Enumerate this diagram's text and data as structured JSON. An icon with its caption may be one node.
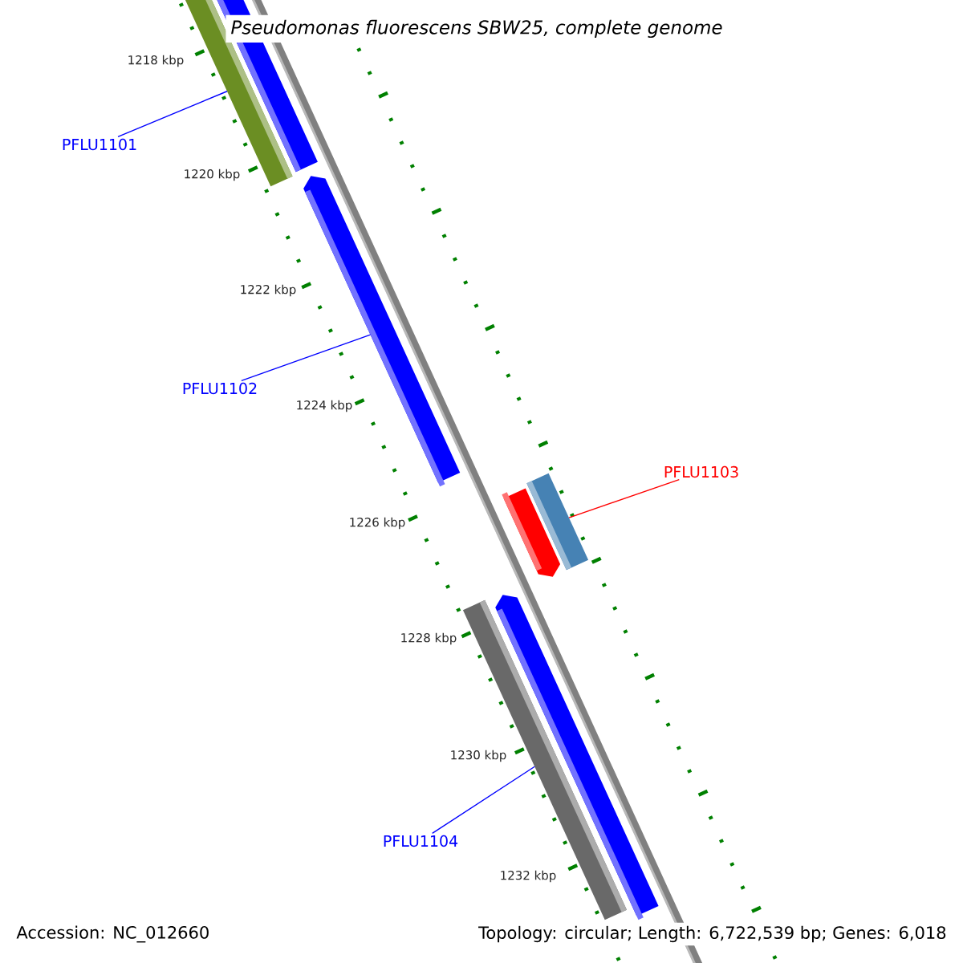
{
  "diagram": {
    "title": "Pseudomonas fluorescens SBW25, complete genome",
    "nodes": [
      {
        "text": [],
        "shape": "bar"
      },
      {
        "text": [],
        "shape": "bar"
      },
      {
        "text": [],
        "shape": "arrow"
      },
      {
        "text": [],
        "shape": "arrow"
      },
      {
        "text": [],
        "shape": "bar"
      },
      {
        "text": [],
        "shape": "bar"
      },
      {
        "text": [],
        "shape": "arrow"
      },
      {
        "text": [
          "PFLU1101"
        ]
      },
      {
        "text": [
          "PFLU1102"
        ]
      },
      {
        "text": [
          "PFLU1103"
        ]
      },
      {
        "text": [
          "PFLU1104"
        ]
      }
    ],
    "edges": [
      {
        "from": 7,
        "to": 0,
        "arrow": "none"
      },
      {
        "from": 8,
        "to": 2,
        "arrow": "none"
      },
      {
        "from": 9,
        "to": 4,
        "arrow": "none",
        "color": "#ff0000"
      },
      {
        "from": 10,
        "to": 5,
        "arrow": "none"
      }
    ],
    "labels": [
      "1218 kbp",
      "1220 kbp",
      "1222 kbp",
      "1224 kbp",
      "1226 kbp",
      "1228 kbp",
      "1230 kbp",
      "1232 kbp",
      "Accession: NC_012660",
      "Topology: circular; Length: 6,722,539 bp; Genes: 6,018"
    ]
  }
}
